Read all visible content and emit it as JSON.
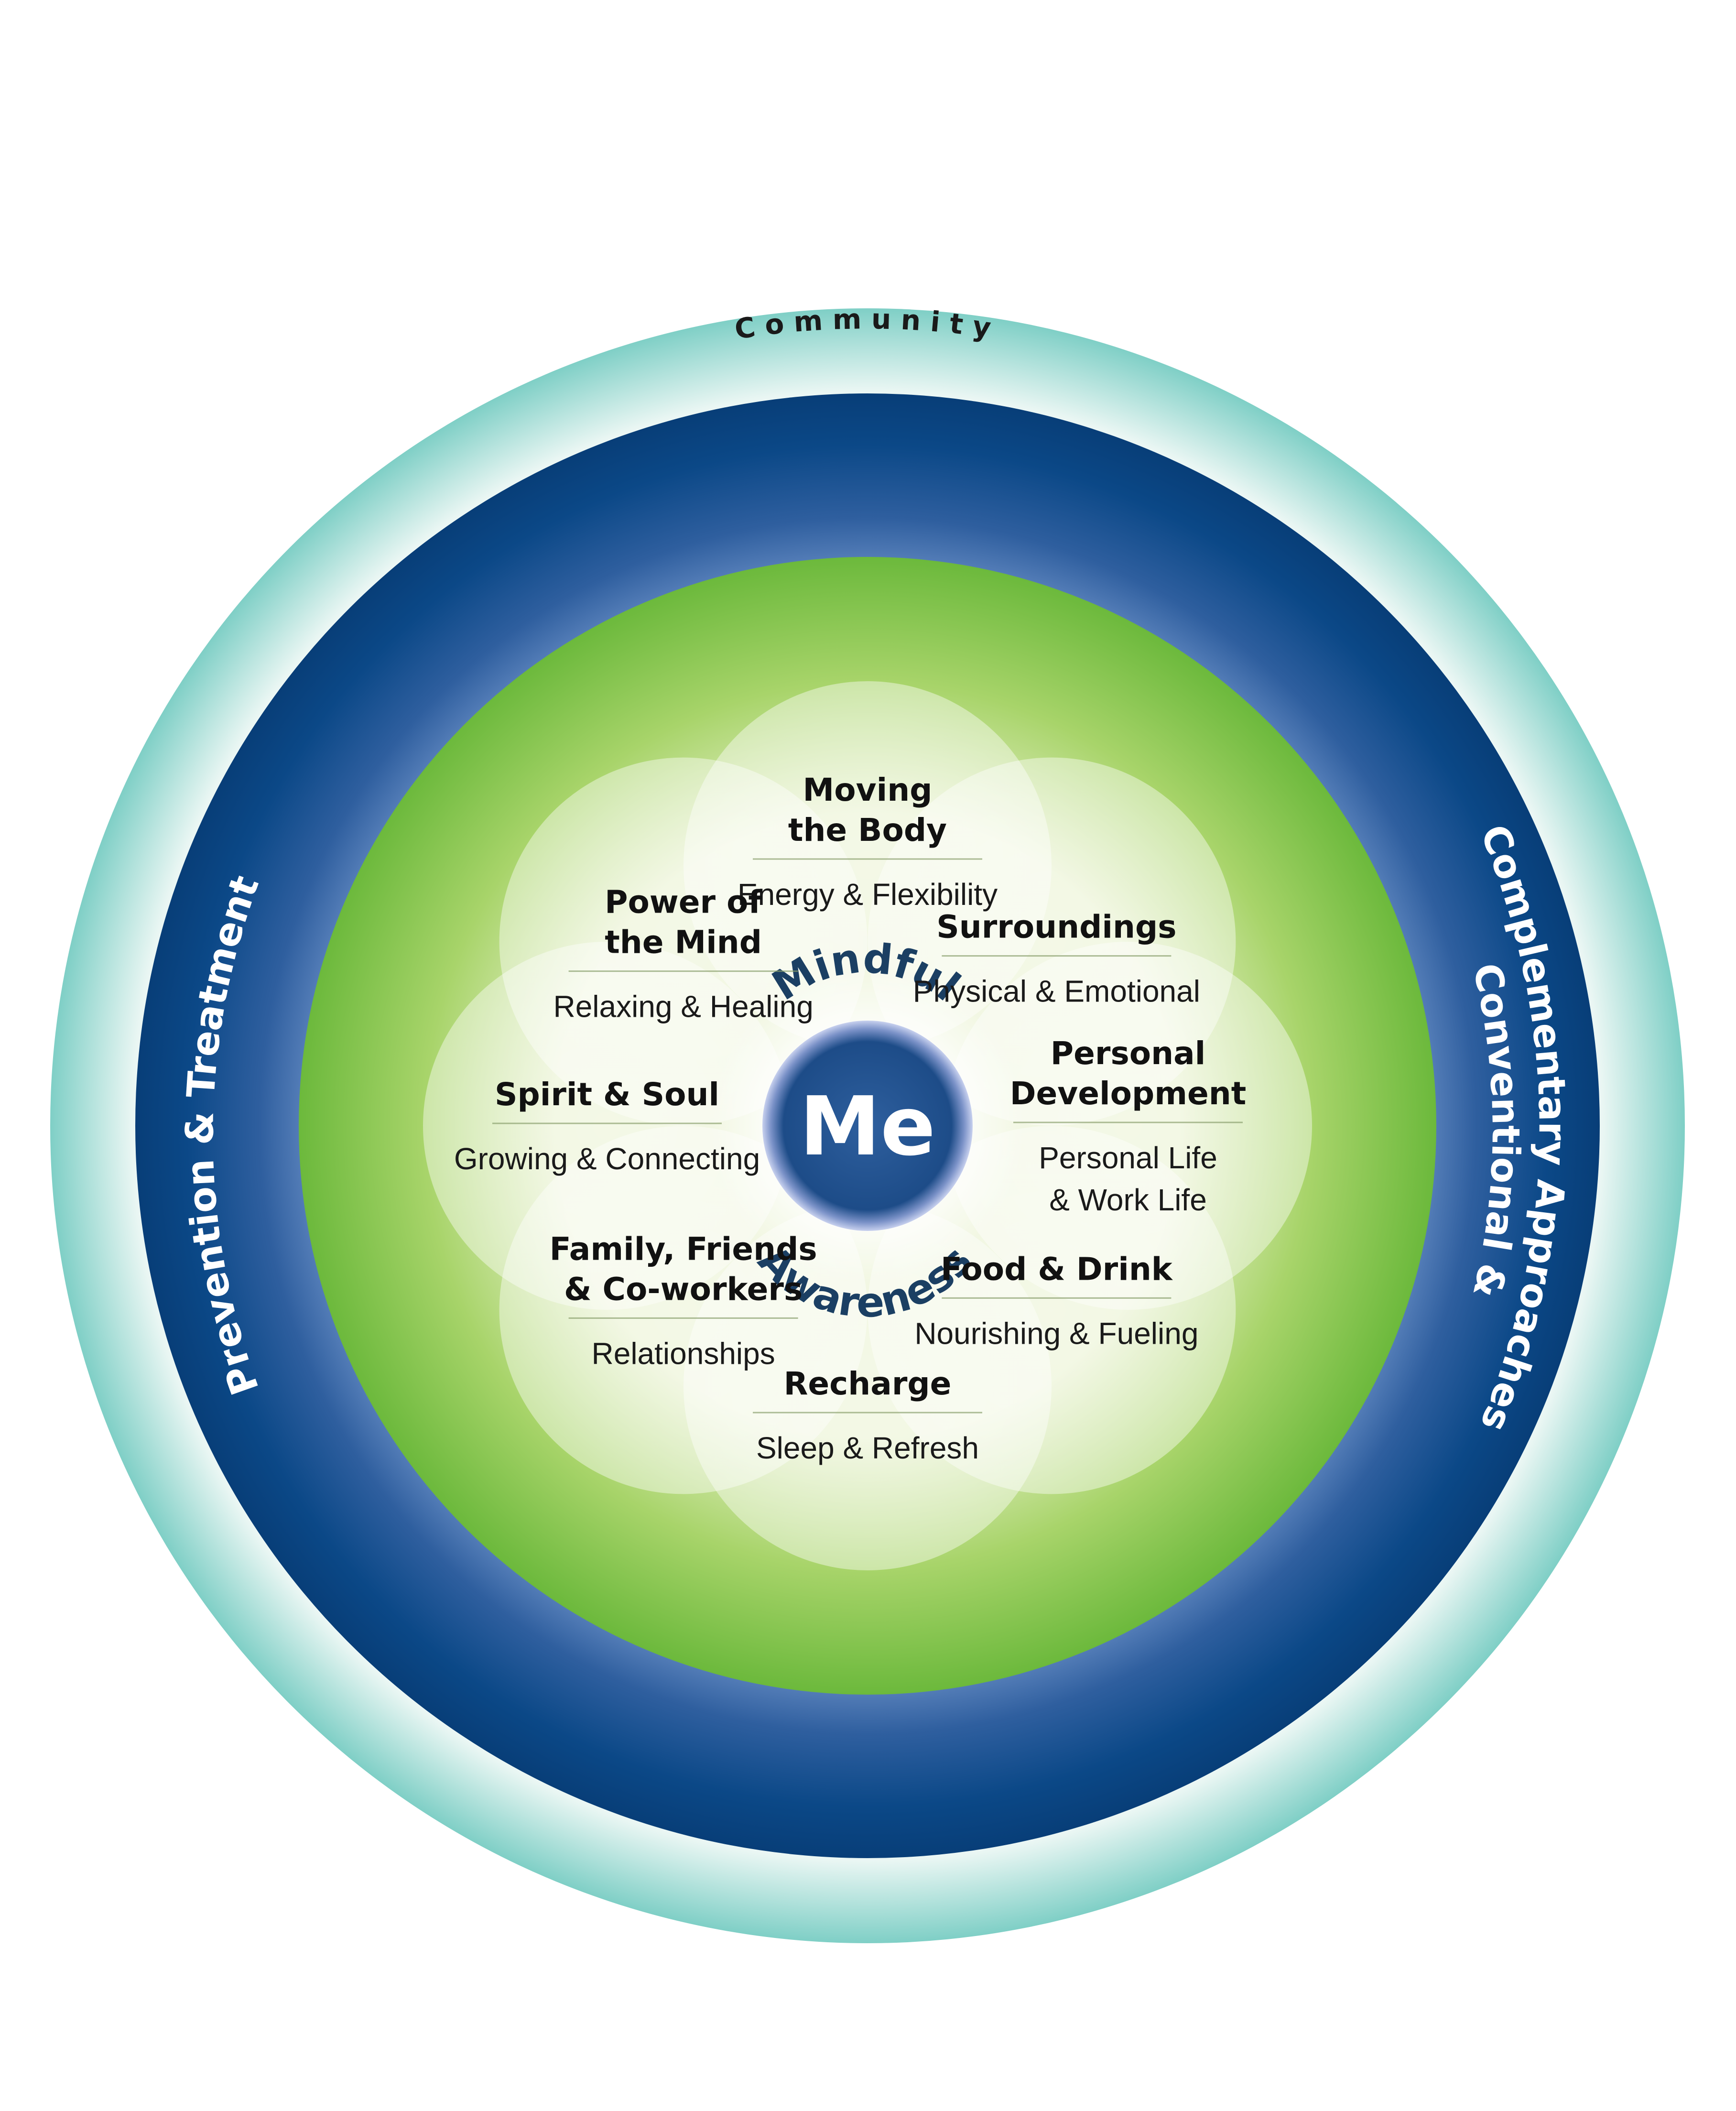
{
  "rings": {
    "outer": "Community",
    "left": "Prevention & Treatment",
    "right_line1": "Conventional &",
    "right_line2": "Complementary Approaches"
  },
  "center": {
    "label": "Me",
    "top_word": "Mindful",
    "bottom_word": "Awareness"
  },
  "petals": [
    {
      "key": "moving",
      "title_lines": [
        "Moving",
        "the Body"
      ],
      "sub_lines": [
        "Energy & Flexibility"
      ]
    },
    {
      "key": "surroundings",
      "title_lines": [
        "Surroundings"
      ],
      "sub_lines": [
        "Physical & Emotional"
      ]
    },
    {
      "key": "personal",
      "title_lines": [
        "Personal",
        "Development"
      ],
      "sub_lines": [
        "Personal Life",
        "& Work Life"
      ]
    },
    {
      "key": "food",
      "title_lines": [
        "Food & Drink"
      ],
      "sub_lines": [
        "Nourishing & Fueling"
      ]
    },
    {
      "key": "recharge",
      "title_lines": [
        "Recharge"
      ],
      "sub_lines": [
        "Sleep & Refresh"
      ]
    },
    {
      "key": "family",
      "title_lines": [
        "Family, Friends",
        "& Co-workers"
      ],
      "sub_lines": [
        "Relationships"
      ]
    },
    {
      "key": "spirit",
      "title_lines": [
        "Spirit & Soul"
      ],
      "sub_lines": [
        "Growing & Connecting"
      ]
    },
    {
      "key": "power",
      "title_lines": [
        "Power of",
        "the Mind"
      ],
      "sub_lines": [
        "Relaxing & Healing"
      ]
    }
  ],
  "colors": {
    "teal_outer": "#e8f6f3",
    "teal_inner": "#7fcfc6",
    "navy": "#0a4785",
    "navy_light": "#4f7cb8",
    "green": "#7cc242",
    "green_dark": "#5eaa30",
    "petal": "#e4efcf",
    "text_dark": "#111111",
    "text_navy": "#1b3f63",
    "ring_text": "#ffffff",
    "me_circle": "#1f4f8c"
  }
}
